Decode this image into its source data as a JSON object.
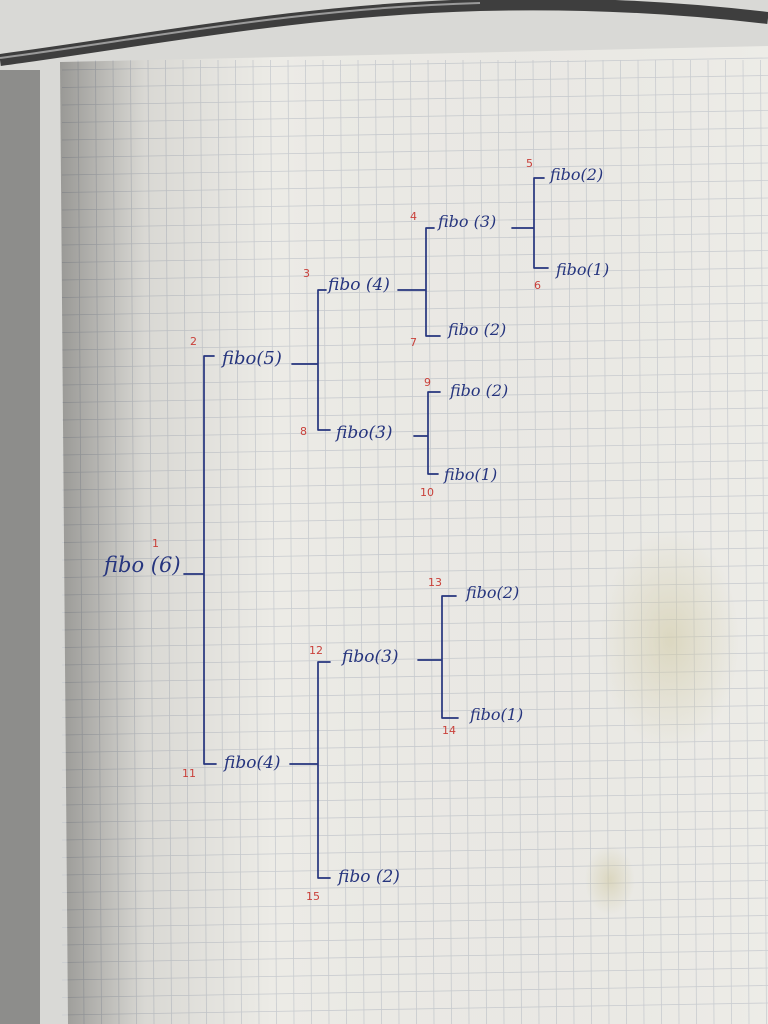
{
  "diagram": {
    "root": {
      "call": "fibo (6)",
      "order": "1"
    },
    "nodes": [
      {
        "id": "n2",
        "call": "fibo(5)",
        "order": "2",
        "parent": "root"
      },
      {
        "id": "n3",
        "call": "fibo (4)",
        "order": "3",
        "parent": "n2"
      },
      {
        "id": "n4",
        "call": "fibo (3)",
        "order": "4",
        "parent": "n3"
      },
      {
        "id": "n5",
        "call": "fibo(2)",
        "order": "5",
        "parent": "n4"
      },
      {
        "id": "n6",
        "call": "fibo(1)",
        "order": "6",
        "parent": "n4"
      },
      {
        "id": "n7",
        "call": "fibo (2)",
        "order": "7",
        "parent": "n3"
      },
      {
        "id": "n8",
        "call": "fibo(3)",
        "order": "8",
        "parent": "n2"
      },
      {
        "id": "n9",
        "call": "fibo (2)",
        "order": "9",
        "parent": "n8"
      },
      {
        "id": "n10",
        "call": "fibo(1)",
        "order": "10",
        "parent": "n8"
      },
      {
        "id": "n11",
        "call": "fibo(4)",
        "order": "11",
        "parent": "root"
      },
      {
        "id": "n12",
        "call": "fibo(3)",
        "order": "12",
        "parent": "n11"
      },
      {
        "id": "n13",
        "call": "fibo(2)",
        "order": "13",
        "parent": "n12"
      },
      {
        "id": "n14",
        "call": "fibo(1)",
        "order": "14",
        "parent": "n12"
      },
      {
        "id": "n15",
        "call": "fibo (2)",
        "order": "15",
        "parent": "n11"
      }
    ]
  },
  "colors": {
    "ink": "#26357e",
    "order_numbers": "#c9403a",
    "paper": "#ecebe6",
    "grid": "#c9ccd0"
  }
}
